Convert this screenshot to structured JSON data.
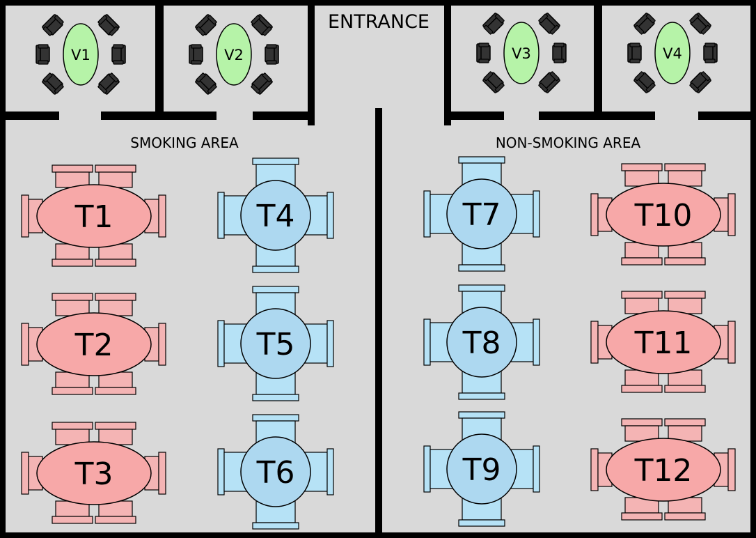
{
  "plan": {
    "entrance_label": "ENTRANCE",
    "smoking_area_label": "SMOKING AREA",
    "non_smoking_area_label": "NON-SMOKING AREA"
  },
  "colors": {
    "background": "#000000",
    "floor": "#d9d9d9",
    "wall": "#000000",
    "six_seat_table": "#f7a8a8",
    "six_seat_chair": "#f4b4b4",
    "four_seat_table": "#add8f0",
    "four_seat_chair": "#b6e2f6",
    "vip_table": "#b6f3a8",
    "vip_chair": "#333333"
  },
  "vip_rooms": [
    {
      "label": "V1",
      "seats": 6
    },
    {
      "label": "V2",
      "seats": 6
    },
    {
      "label": "V3",
      "seats": 6
    },
    {
      "label": "V4",
      "seats": 6
    }
  ],
  "tables": [
    {
      "label": "T1",
      "seats": 6,
      "area": "smoking"
    },
    {
      "label": "T2",
      "seats": 6,
      "area": "smoking"
    },
    {
      "label": "T3",
      "seats": 6,
      "area": "smoking"
    },
    {
      "label": "T4",
      "seats": 4,
      "area": "smoking"
    },
    {
      "label": "T5",
      "seats": 4,
      "area": "smoking"
    },
    {
      "label": "T6",
      "seats": 4,
      "area": "smoking"
    },
    {
      "label": "T7",
      "seats": 4,
      "area": "non-smoking"
    },
    {
      "label": "T8",
      "seats": 4,
      "area": "non-smoking"
    },
    {
      "label": "T9",
      "seats": 4,
      "area": "non-smoking"
    },
    {
      "label": "T10",
      "seats": 6,
      "area": "non-smoking"
    },
    {
      "label": "T11",
      "seats": 6,
      "area": "non-smoking"
    },
    {
      "label": "T12",
      "seats": 6,
      "area": "non-smoking"
    }
  ]
}
